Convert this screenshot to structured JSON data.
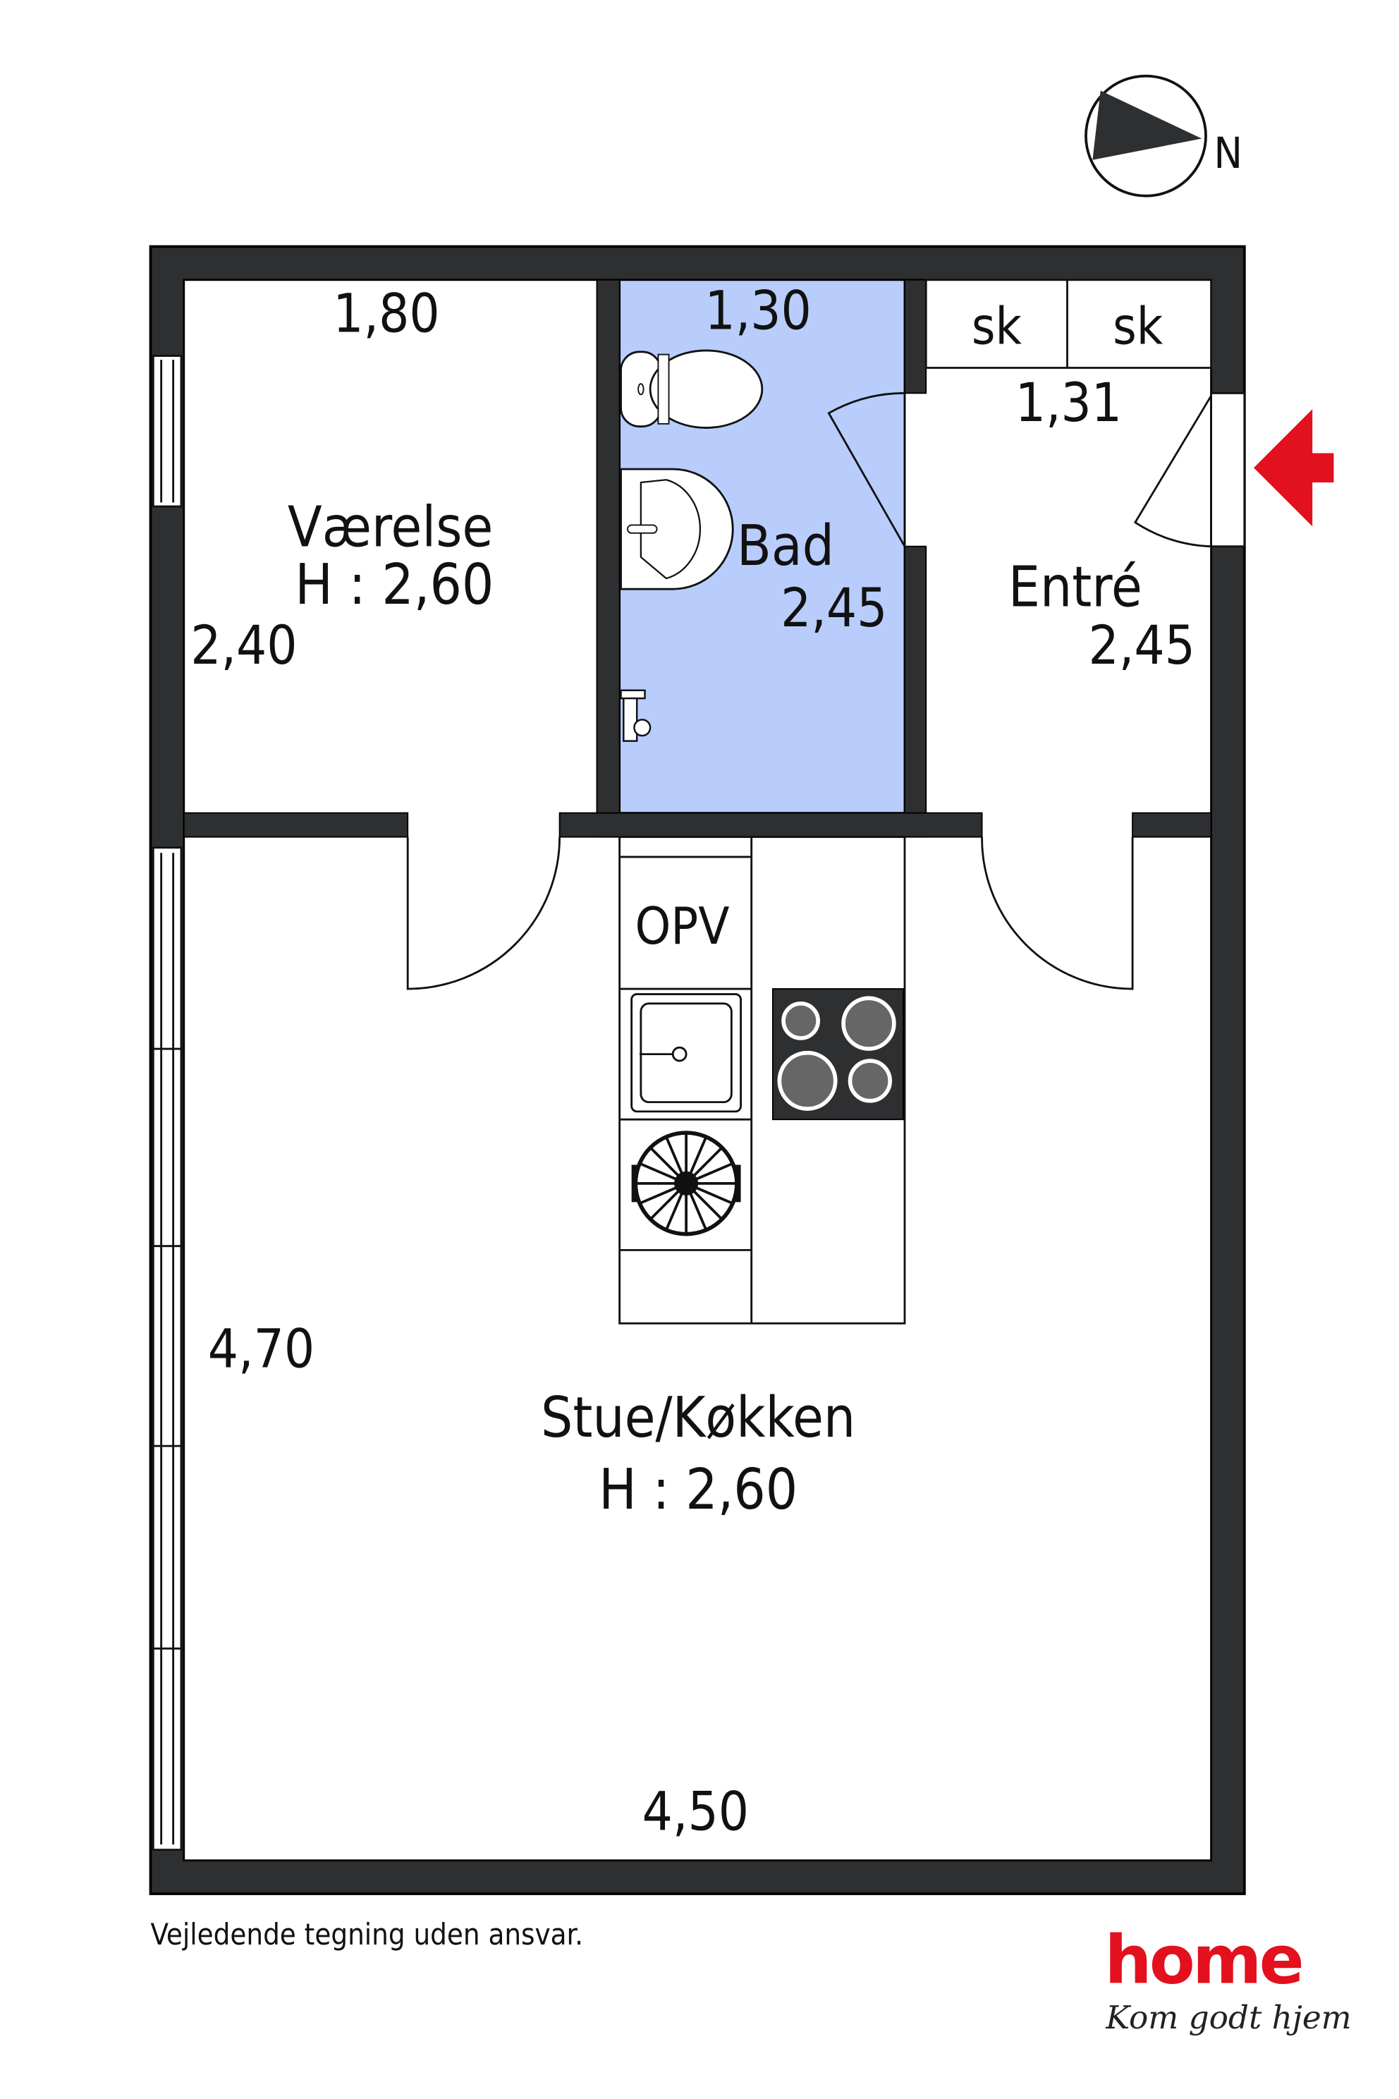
{
  "compass": {
    "label": "N"
  },
  "rooms": {
    "vaerelse": {
      "name": "Værelse",
      "height": "H : 2,60",
      "width_dim": "1,80",
      "depth_dim": "2,40"
    },
    "bad": {
      "name": "Bad",
      "width_dim": "1,30",
      "depth_dim": "2,45"
    },
    "entre": {
      "name": "Entré",
      "width_dim": "1,31",
      "depth_dim": "2,45",
      "closet1": "sk",
      "closet2": "sk"
    },
    "stue": {
      "name": "Stue/Køkken",
      "height": "H : 2,60",
      "width_dim": "4,50",
      "depth_dim": "4,70"
    },
    "kitchen": {
      "opv": "OPV"
    }
  },
  "footer": {
    "disclaimer": "Vejledende tegning uden ansvar."
  },
  "logo": {
    "brand": "home",
    "tagline": "Kom godt hjem"
  },
  "colors": {
    "wall": "#2e2f31",
    "bath": "#b8cdfc",
    "accent": "#e3101e"
  }
}
